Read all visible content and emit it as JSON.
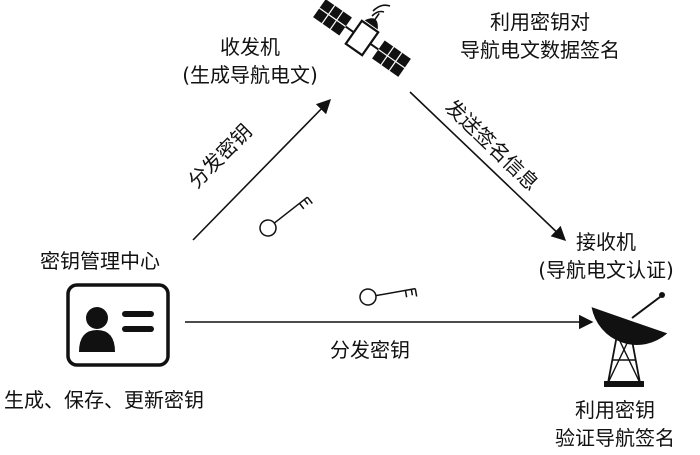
{
  "transmitter": {
    "label_line1": "收发机",
    "label_line2": "(生成导航电文)"
  },
  "sign_note": {
    "line1": "利用密钥对",
    "line2": "导航电文数据签名"
  },
  "key_center": {
    "label": "密钥管理中心",
    "caption": "生成、保存、更新密钥"
  },
  "receiver": {
    "label_line1": "接收机",
    "label_line2": "(导航电文认证)",
    "caption_line1": "利用密钥",
    "caption_line2": "验证导航签名"
  },
  "edges": {
    "center_to_transmitter": "分发密钥",
    "transmitter_to_receiver": "发送签名信息",
    "center_to_receiver": "分发密钥"
  },
  "icons": {
    "satellite": "satellite-icon",
    "id_card": "id-card-icon",
    "key": "key-icon",
    "dish": "satellite-dish-icon"
  }
}
